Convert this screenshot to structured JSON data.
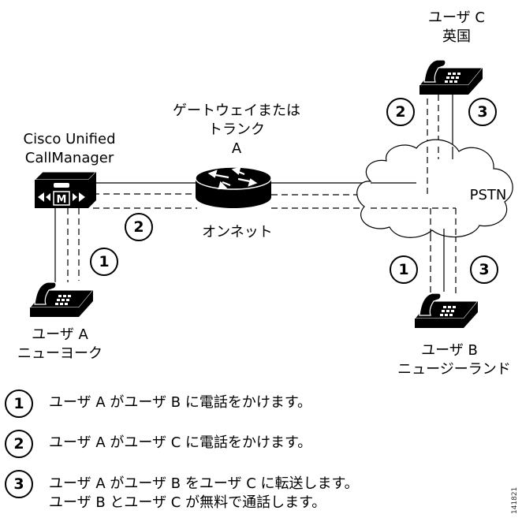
{
  "labels": {
    "user_c_name": "ユーザ C",
    "user_c_loc": "英国",
    "gateway_line1": "ゲートウェイまたは",
    "gateway_line2": "トランク",
    "gateway_line3": "A",
    "cucm_line1": "Cisco Unified",
    "cucm_line2": "CallManager",
    "onnet": "オンネット",
    "pstn": "PSTN",
    "user_a_name": "ユーザ A",
    "user_a_loc": "ニューヨーク",
    "user_b_name": "ユーザ B",
    "user_b_loc": "ニュージーランド"
  },
  "markers": {
    "one": "1",
    "two": "2",
    "three": "3"
  },
  "legend": [
    {
      "num": "1",
      "text": "ユーザ A がユーザ B に電話をかけます。"
    },
    {
      "num": "2",
      "text": "ユーザ A がユーザ C に電話をかけます。"
    },
    {
      "num": "3",
      "line1": "ユーザ A がユーザ B をユーザ C に転送します。",
      "line2": "ユーザ B とユーザ C が無料で通話します。"
    }
  ],
  "figure_id": "141821"
}
